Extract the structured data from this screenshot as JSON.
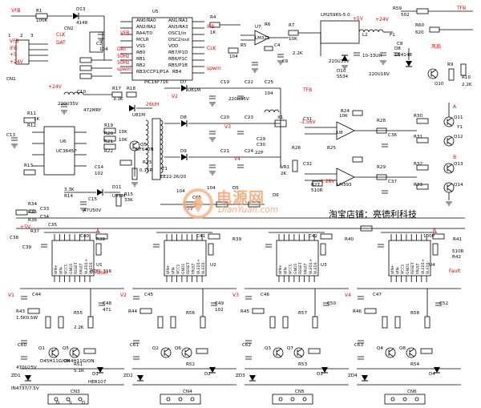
{
  "watermark": {
    "brand": "电源网",
    "url": "DianYuan.com"
  },
  "shop_caption": "淘宝店铺：亮德利科技",
  "labels": {
    "top": [
      {
        "t": "VFB",
        "c": "red"
      },
      {
        "t": "R1",
        "c": "lbl"
      },
      {
        "t": "100K",
        "c": "lbl"
      },
      {
        "t": "D13",
        "c": "lbl"
      },
      {
        "t": "4148",
        "c": "lbl"
      },
      {
        "t": "CN2",
        "c": "lbl"
      },
      {
        "t": "CLK",
        "c": "red"
      },
      {
        "t": "DAT",
        "c": "red"
      },
      {
        "t": "C2",
        "c": "lbl"
      },
      {
        "t": "104",
        "c": "lbl"
      },
      {
        "t": "U5",
        "c": "lbl"
      },
      {
        "t": "AN0/RA0",
        "c": "lbl"
      },
      {
        "t": "AN1/RA1",
        "c": "lbl"
      },
      {
        "t": "AN2/RA2",
        "c": "lbl"
      },
      {
        "t": "AN3/RA3",
        "c": "lbl"
      },
      {
        "t": "RA4/T0",
        "c": "lbl"
      },
      {
        "t": "OSC1/in",
        "c": "lbl"
      },
      {
        "t": "MCLR",
        "c": "lbl"
      },
      {
        "t": "OSC2/out",
        "c": "lbl"
      },
      {
        "t": "VSS",
        "c": "lbl"
      },
      {
        "t": "VDD",
        "c": "lbl"
      },
      {
        "t": "RB0",
        "c": "lbl"
      },
      {
        "t": "RB7/P1D",
        "c": "lbl"
      },
      {
        "t": "RB1",
        "c": "lbl"
      },
      {
        "t": "RB6/P1C",
        "c": "lbl"
      },
      {
        "t": "RB2",
        "c": "lbl"
      },
      {
        "t": "RB5/P1B",
        "c": "lbl"
      },
      {
        "t": "RB3/CCP1/P1A",
        "c": "lbl"
      },
      {
        "t": "RB4",
        "c": "lbl"
      },
      {
        "t": "PIC16F716",
        "c": "lbl"
      },
      {
        "t": "IFB",
        "c": "red"
      },
      {
        "t": "VFB",
        "c": "red"
      },
      {
        "t": "50Hz",
        "c": "red"
      },
      {
        "t": "50Hz",
        "c": "red"
      },
      {
        "t": "DAT",
        "c": "red"
      },
      {
        "t": "CLK",
        "c": "red"
      },
      {
        "t": "spwm",
        "c": "red"
      },
      {
        "t": "spwm",
        "c": "red"
      },
      {
        "t": "R4",
        "c": "lbl"
      },
      {
        "t": "1K",
        "c": "lbl"
      },
      {
        "t": "U7",
        "c": "lbl"
      },
      {
        "t": "LM321",
        "c": "lbl"
      },
      {
        "t": "R7",
        "c": "lbl"
      },
      {
        "t": "10K",
        "c": "lbl"
      },
      {
        "t": "C4",
        "c": "lbl"
      },
      {
        "t": "104",
        "c": "lbl"
      },
      {
        "t": "R5",
        "c": "lbl"
      },
      {
        "t": "2.2K",
        "c": "lbl"
      },
      {
        "t": "R6",
        "c": "lbl"
      },
      {
        "t": "C6",
        "c": "lbl"
      },
      {
        "t": "LM2596S-5.0",
        "c": "lbl"
      },
      {
        "t": "L2",
        "c": "lbl"
      },
      {
        "t": "10-33UH",
        "c": "lbl"
      },
      {
        "t": "220U35V",
        "c": "lbl"
      },
      {
        "t": "220U16V",
        "c": "lbl"
      },
      {
        "t": "D10",
        "c": "lbl"
      },
      {
        "t": "SS34",
        "c": "lbl"
      },
      {
        "t": "C8",
        "c": "lbl"
      },
      {
        "t": "F1",
        "c": "lbl"
      },
      {
        "t": "D8",
        "c": "lbl"
      },
      {
        "t": "1N4148",
        "c": "lbl"
      },
      {
        "t": "R9",
        "c": "lbl"
      },
      {
        "t": "Q10",
        "c": "lbl"
      },
      {
        "t": "R10",
        "c": "lbl"
      },
      {
        "t": "2.2K",
        "c": "lbl"
      },
      {
        "t": "R60",
        "c": "lbl"
      },
      {
        "t": "620",
        "c": "lbl"
      },
      {
        "t": "R59",
        "c": "lbl"
      },
      {
        "t": "502",
        "c": "lbl"
      },
      {
        "t": "TFB",
        "c": "red"
      },
      {
        "t": "+5V",
        "c": "red"
      },
      {
        "t": "+24V",
        "c": "red"
      },
      {
        "t": "风扇",
        "c": "red"
      },
      {
        "t": "CN1",
        "c": "lbl"
      },
      {
        "t": "1",
        "c": "lbl"
      },
      {
        "t": "2",
        "c": "lbl"
      },
      {
        "t": "3",
        "c": "lbl"
      },
      {
        "t": "VFB",
        "c": "red"
      },
      {
        "t": "IFB",
        "c": "red"
      },
      {
        "t": "+5",
        "c": "red"
      },
      {
        "t": "+24V",
        "c": "red"
      }
    ],
    "middle": [
      {
        "t": "+24V",
        "c": "red"
      },
      {
        "t": "C10",
        "c": "lbl"
      },
      {
        "t": "R17",
        "c": "lbl"
      },
      {
        "t": "R18",
        "c": "lbl"
      },
      {
        "t": "3.3K",
        "c": "lbl"
      },
      {
        "t": "220U35V",
        "c": "lbl"
      },
      {
        "t": "472MRY",
        "c": "lbl"
      },
      {
        "t": "U81M",
        "c": "lbl"
      },
      {
        "t": "R11",
        "c": "lbl"
      },
      {
        "t": "R12",
        "c": "lbl"
      },
      {
        "t": "1K",
        "c": "lbl"
      },
      {
        "t": "C13",
        "c": "lbl"
      },
      {
        "t": "U6",
        "c": "lbl"
      },
      {
        "t": "UC3845P",
        "c": "lbl"
      },
      {
        "t": "R19",
        "c": "lbl"
      },
      {
        "t": "R20",
        "c": "lbl"
      },
      {
        "t": "R21",
        "c": "lbl"
      },
      {
        "t": "R22",
        "c": "lbl"
      },
      {
        "t": "10K",
        "c": "lbl"
      },
      {
        "t": "10K",
        "c": "lbl"
      },
      {
        "t": "Q5",
        "c": "lbl"
      },
      {
        "t": "IRF640N",
        "c": "lbl"
      },
      {
        "t": "R23",
        "c": "lbl"
      },
      {
        "t": "0.15R",
        "c": "lbl"
      },
      {
        "t": "R13",
        "c": "lbl"
      },
      {
        "t": "C14",
        "c": "lbl"
      },
      {
        "t": "102",
        "c": "lbl"
      },
      {
        "t": "T1",
        "c": "lbl"
      },
      {
        "t": "EE22-26/20",
        "c": "lbl"
      },
      {
        "t": "R14",
        "c": "lbl"
      },
      {
        "t": "3.3K",
        "c": "lbl"
      },
      {
        "t": "D11",
        "c": "lbl"
      },
      {
        "t": "U81M",
        "c": "lbl"
      },
      {
        "t": "C15",
        "c": "lbl"
      },
      {
        "t": "47U50V",
        "c": "lbl"
      },
      {
        "t": "R15",
        "c": "lbl"
      },
      {
        "t": "33K",
        "c": "lbl"
      },
      {
        "t": "D7",
        "c": "lbl"
      },
      {
        "t": "D8",
        "c": "lbl"
      },
      {
        "t": "D9",
        "c": "lbl"
      },
      {
        "t": "U81M",
        "c": "lbl"
      },
      {
        "t": "C19",
        "c": "lbl"
      },
      {
        "t": "C20",
        "c": "lbl"
      },
      {
        "t": "C21",
        "c": "lbl"
      },
      {
        "t": "C22",
        "c": "lbl"
      },
      {
        "t": "C23",
        "c": "lbl"
      },
      {
        "t": "C24",
        "c": "lbl"
      },
      {
        "t": "C25",
        "c": "lbl"
      },
      {
        "t": "220U35V",
        "c": "lbl"
      },
      {
        "t": "104",
        "c": "lbl"
      },
      {
        "t": "V2",
        "c": "red"
      },
      {
        "t": "V3",
        "c": "red"
      },
      {
        "t": "V4",
        "c": "red"
      },
      {
        "t": "26UH",
        "c": "red"
      },
      {
        "t": "TFB",
        "c": "red"
      },
      {
        "t": "X1",
        "c": "lbl"
      },
      {
        "t": "C29",
        "c": "lbl"
      },
      {
        "t": "C30",
        "c": "lbl"
      },
      {
        "t": "22P",
        "c": "lbl"
      },
      {
        "t": "C31",
        "c": "lbl"
      },
      {
        "t": "C32",
        "c": "lbl"
      },
      {
        "t": "R24",
        "c": "lbl"
      },
      {
        "t": "10K",
        "c": "lbl"
      },
      {
        "t": "R25",
        "c": "lbl"
      },
      {
        "t": "R26",
        "c": "lbl"
      },
      {
        "t": "U8",
        "c": "lbl"
      },
      {
        "t": "LM393",
        "c": "lbl"
      },
      {
        "t": "VR1",
        "c": "lbl"
      },
      {
        "t": "2K",
        "c": "lbl"
      },
      {
        "t": "R27",
        "c": "lbl"
      },
      {
        "t": "510R",
        "c": "lbl"
      },
      {
        "t": "R28",
        "c": "lbl"
      },
      {
        "t": "R29",
        "c": "lbl"
      },
      {
        "t": "C36",
        "c": "lbl"
      },
      {
        "t": "C37",
        "c": "lbl"
      },
      {
        "t": "1.28V",
        "c": "red"
      },
      {
        "t": "-1.56V",
        "c": "red"
      },
      {
        "t": "R30",
        "c": "lbl"
      },
      {
        "t": "R31",
        "c": "lbl"
      },
      {
        "t": "R32",
        "c": "lbl"
      },
      {
        "t": "R33",
        "c": "lbl"
      },
      {
        "t": "Q11",
        "c": "lbl"
      },
      {
        "t": "Q12",
        "c": "lbl"
      },
      {
        "t": "Q13",
        "c": "lbl"
      },
      {
        "t": "Q14",
        "c": "lbl"
      },
      {
        "t": "Y1",
        "c": "lbl"
      },
      {
        "t": "A",
        "c": "red"
      },
      {
        "t": "B",
        "c": "red"
      },
      {
        "t": "R34",
        "c": "lbl"
      },
      {
        "t": "R35",
        "c": "lbl"
      },
      {
        "t": "R36",
        "c": "lbl"
      },
      {
        "t": "C33",
        "c": "lbl"
      },
      {
        "t": "C34",
        "c": "lbl"
      },
      {
        "t": "C35",
        "c": "lbl"
      },
      {
        "t": "104",
        "c": "lbl"
      },
      {
        "t": "C65",
        "c": "lbl"
      },
      {
        "t": "104",
        "c": "lbl"
      },
      {
        "t": "D5",
        "c": "lbl"
      },
      {
        "t": "D6",
        "c": "lbl"
      },
      {
        "t": "+5V",
        "c": "red"
      }
    ],
    "bottom": [
      {
        "t": "U1",
        "c": "lbl"
      },
      {
        "t": "U2",
        "c": "lbl"
      },
      {
        "t": "U3",
        "c": "lbl"
      },
      {
        "t": "U4",
        "c": "lbl"
      },
      {
        "t": "HCPL-316",
        "c": "lbl"
      },
      {
        "t": "R38",
        "c": "lbl"
      },
      {
        "t": "R39",
        "c": "lbl"
      },
      {
        "t": "R40",
        "c": "lbl"
      },
      {
        "t": "R41",
        "c": "lbl"
      },
      {
        "t": "R42",
        "c": "lbl"
      },
      {
        "t": "510R",
        "c": "lbl"
      },
      {
        "t": "C40",
        "c": "lbl"
      },
      {
        "t": "C41",
        "c": "lbl"
      },
      {
        "t": "C42",
        "c": "lbl"
      },
      {
        "t": "100P",
        "c": "lbl"
      },
      {
        "t": "C44",
        "c": "lbl"
      },
      {
        "t": "C45",
        "c": "lbl"
      },
      {
        "t": "C46",
        "c": "lbl"
      },
      {
        "t": "C47",
        "c": "lbl"
      },
      {
        "t": "R43",
        "c": "lbl"
      },
      {
        "t": "R44",
        "c": "lbl"
      },
      {
        "t": "R45",
        "c": "lbl"
      },
      {
        "t": "R46",
        "c": "lbl"
      },
      {
        "t": "1.5K0.5W",
        "c": "lbl"
      },
      {
        "t": "R55",
        "c": "lbl"
      },
      {
        "t": "R56",
        "c": "lbl"
      },
      {
        "t": "R57",
        "c": "lbl"
      },
      {
        "t": "R58",
        "c": "lbl"
      },
      {
        "t": "2.2K",
        "c": "lbl"
      },
      {
        "t": "C48",
        "c": "lbl"
      },
      {
        "t": "C49",
        "c": "lbl"
      },
      {
        "t": "C50",
        "c": "lbl"
      },
      {
        "t": "C52",
        "c": "lbl"
      },
      {
        "t": "471",
        "c": "lbl"
      },
      {
        "t": "102",
        "c": "lbl"
      },
      {
        "t": "Q1",
        "c": "lbl"
      },
      {
        "t": "Q2",
        "c": "lbl"
      },
      {
        "t": "Q3",
        "c": "lbl"
      },
      {
        "t": "Q4",
        "c": "lbl"
      },
      {
        "t": "Q5",
        "c": "lbl"
      },
      {
        "t": "Q6",
        "c": "lbl"
      },
      {
        "t": "Q7",
        "c": "lbl"
      },
      {
        "t": "Q8",
        "c": "lbl"
      },
      {
        "t": "D45H11G/ON",
        "c": "lbl"
      },
      {
        "t": "D44H11G/ON",
        "c": "lbl"
      },
      {
        "t": "C60",
        "c": "lbl"
      },
      {
        "t": "C61",
        "c": "lbl"
      },
      {
        "t": "C62",
        "c": "lbl"
      },
      {
        "t": "C63",
        "c": "lbl"
      },
      {
        "t": "470U25V",
        "c": "lbl"
      },
      {
        "t": "R51",
        "c": "lbl"
      },
      {
        "t": "R52",
        "c": "lbl"
      },
      {
        "t": "R53",
        "c": "lbl"
      },
      {
        "t": "R54",
        "c": "lbl"
      },
      {
        "t": "5.1R",
        "c": "lbl"
      },
      {
        "t": "ZD1",
        "c": "lbl"
      },
      {
        "t": "ZD2",
        "c": "lbl"
      },
      {
        "t": "ZD3",
        "c": "lbl"
      },
      {
        "t": "ZD4",
        "c": "lbl"
      },
      {
        "t": "IN4737/7.5V",
        "c": "lbl"
      },
      {
        "t": "D1",
        "c": "lbl"
      },
      {
        "t": "D2",
        "c": "lbl"
      },
      {
        "t": "D3",
        "c": "lbl"
      },
      {
        "t": "D4",
        "c": "lbl"
      },
      {
        "t": "HER107",
        "c": "lbl"
      },
      {
        "t": "CN3",
        "c": "lbl"
      },
      {
        "t": "CN4",
        "c": "lbl"
      },
      {
        "t": "CN5",
        "c": "lbl"
      },
      {
        "t": "CN6",
        "c": "lbl"
      },
      {
        "t": "G",
        "c": "lbl"
      },
      {
        "t": "S",
        "c": "lbl"
      },
      {
        "t": "D",
        "c": "lbl"
      },
      {
        "t": "V1",
        "c": "red"
      },
      {
        "t": "V2",
        "c": "red"
      },
      {
        "t": "V3",
        "c": "red"
      },
      {
        "t": "V4",
        "c": "red"
      },
      {
        "t": "+5V",
        "c": "red"
      },
      {
        "t": "A",
        "c": "red"
      },
      {
        "t": "B",
        "c": "red"
      },
      {
        "t": "Fault",
        "c": "red"
      },
      {
        "t": "Reset",
        "c": "red"
      },
      {
        "t": "C38",
        "c": "lbl"
      },
      {
        "t": "C39",
        "c": "lbl"
      },
      {
        "t": "R37",
        "c": "lbl"
      }
    ]
  },
  "pin_labels": [
    "VIN+",
    "VIN-",
    "VCC1",
    "GND1",
    "RESET",
    "FAULT",
    "VLED1+",
    "VLED1-",
    "VE",
    "VLED2+",
    "DESAT",
    "VCC2",
    "VC",
    "VOUT",
    "VEE",
    "VEE"
  ]
}
